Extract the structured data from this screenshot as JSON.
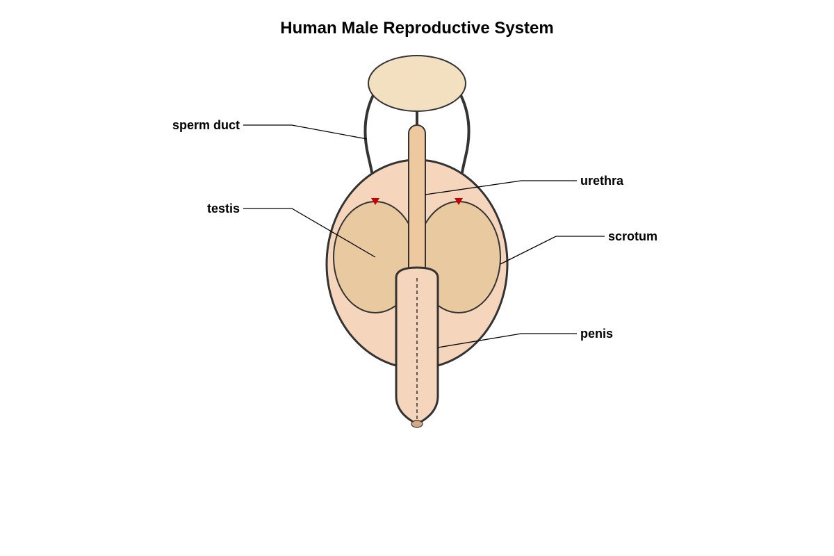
{
  "title": "Human Male Reproductive System",
  "labels": {
    "sperm_duct": "sperm duct",
    "testis": "testis",
    "urethra": "urethra",
    "scrotum": "scrotum",
    "penis": "penis"
  },
  "colors": {
    "bladder": "#f2e0c0",
    "scrotum": "#f5d5bb",
    "testis": "#e8c9a0",
    "urethra": "#eec9a0",
    "penis": "#f5d5bb",
    "tip": "#d8a882",
    "outline": "#333333",
    "arrow": "#cc0000",
    "leader": "#000000"
  }
}
